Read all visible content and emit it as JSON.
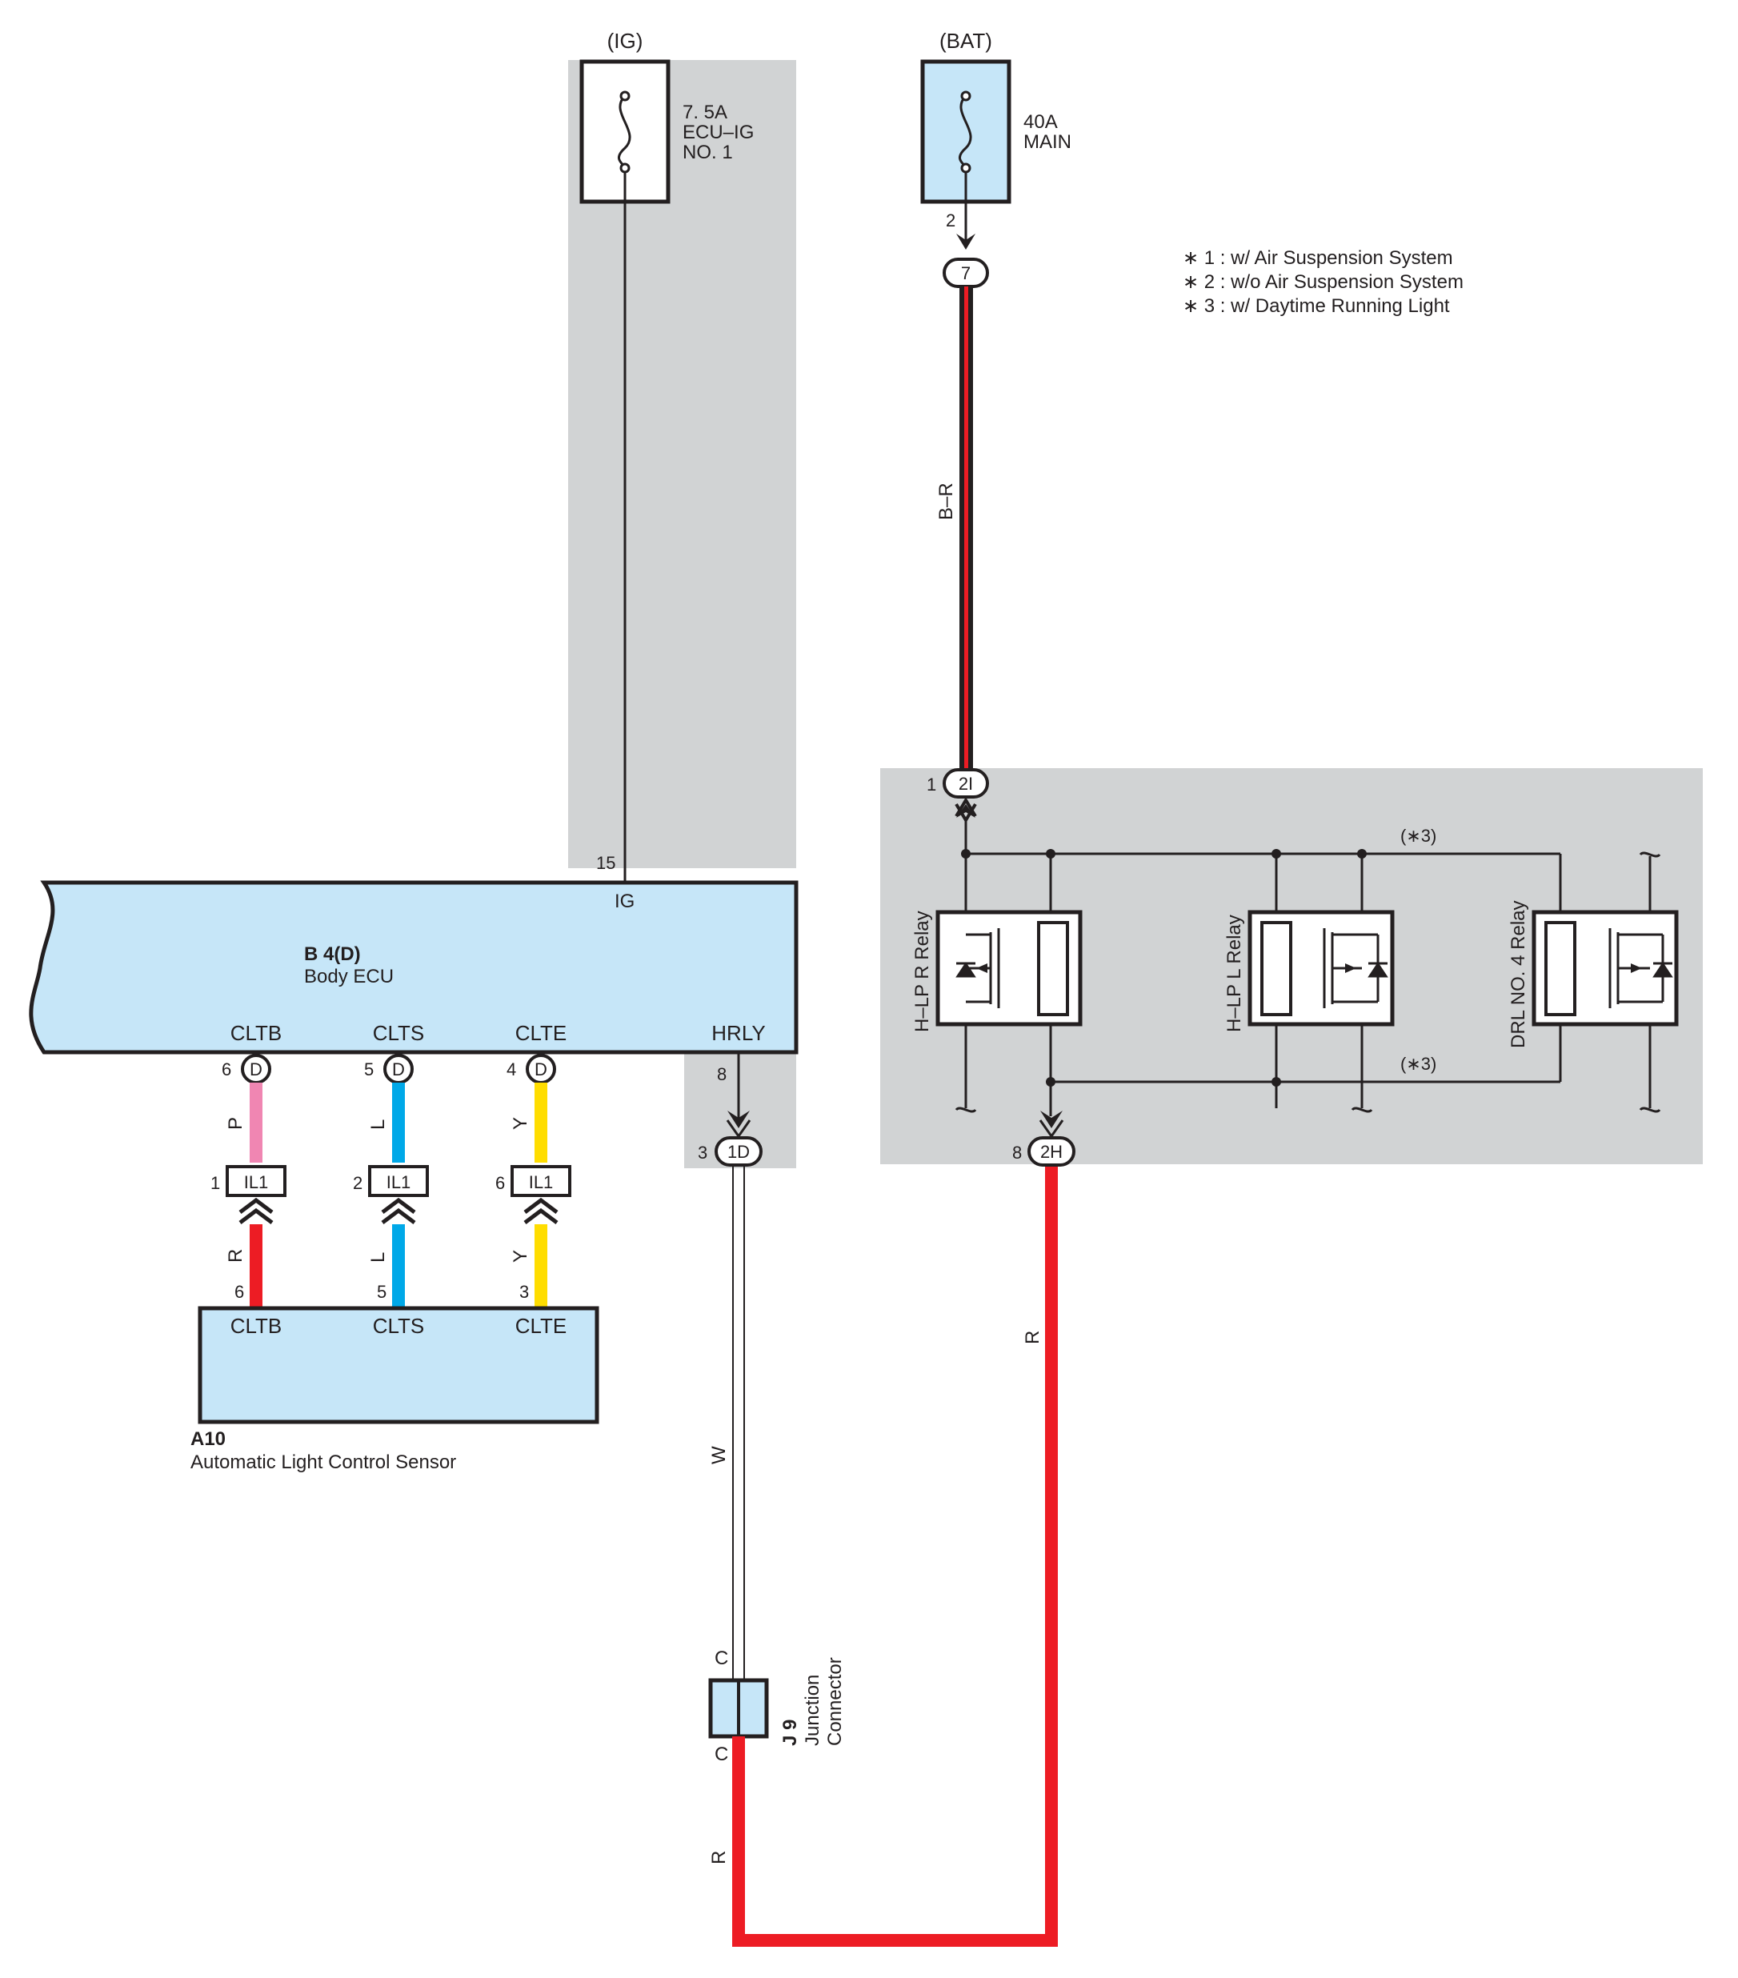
{
  "colors": {
    "shade": "#d1d3d4",
    "component_fill": "#c6e6f8",
    "line": "#231f20",
    "wire_R": "#ed1c24",
    "wire_P": "#f086b2",
    "wire_L": "#00a8e8",
    "wire_Y": "#ffdd00",
    "wire_W": "#ffffff"
  },
  "supplies": {
    "ig": {
      "label": "(IG)",
      "fuse_lines": [
        "7. 5A",
        "ECU–IG",
        "NO. 1"
      ]
    },
    "bat": {
      "label": "(BAT)",
      "fuse_lines": [
        "40A",
        "MAIN"
      ]
    }
  },
  "notes": [
    "∗ 1 : w/ Air Suspension System",
    "∗ 2 : w/o Air Suspension System",
    "∗ 3 : w/ Daytime Running Light"
  ],
  "body_ecu": {
    "code": "B 4(D)",
    "name": "Body ECU",
    "ig_pin": "15",
    "ig_label": "IG",
    "terminals": [
      {
        "label": "CLTB",
        "pin": "6",
        "connector": "D"
      },
      {
        "label": "CLTS",
        "pin": "5",
        "connector": "D"
      },
      {
        "label": "CLTE",
        "pin": "4",
        "connector": "D"
      },
      {
        "label": "HRLY",
        "pin": "8"
      }
    ]
  },
  "inline_connectors": [
    {
      "code": "IL1",
      "pin": "1",
      "upper_wire": "P",
      "lower_wire": "R",
      "sensor_pin": "6"
    },
    {
      "code": "IL1",
      "pin": "2",
      "upper_wire": "L",
      "lower_wire": "L",
      "sensor_pin": "5"
    },
    {
      "code": "IL1",
      "pin": "6",
      "upper_wire": "Y",
      "lower_wire": "Y",
      "sensor_pin": "3"
    }
  ],
  "sensor": {
    "code": "A10",
    "name": "Automatic Light Control Sensor",
    "terminals": [
      "CLTB",
      "CLTS",
      "CLTE"
    ]
  },
  "junction_1d": {
    "pin": "3",
    "code": "1D"
  },
  "junction_j9": {
    "code": "J 9",
    "name_lines": [
      "Junction",
      "Connector"
    ],
    "top_pin": "C",
    "bottom_pin": "C"
  },
  "wires": {
    "ecu_to_1d": "W",
    "j9_out": "R",
    "to_2h": "R",
    "bat_wire": "B–R"
  },
  "bat_connector": {
    "pin": "2",
    "code": "7"
  },
  "relay_block": {
    "in_connector": {
      "pin": "1",
      "code": "2I"
    },
    "out_connector": {
      "pin": "8",
      "code": "2H"
    },
    "relays": [
      "H–LP R Relay",
      "H–LP L Relay",
      "DRL NO. 4 Relay"
    ],
    "option_label_top": "(∗3)",
    "option_label_bottom": "(∗3)"
  }
}
